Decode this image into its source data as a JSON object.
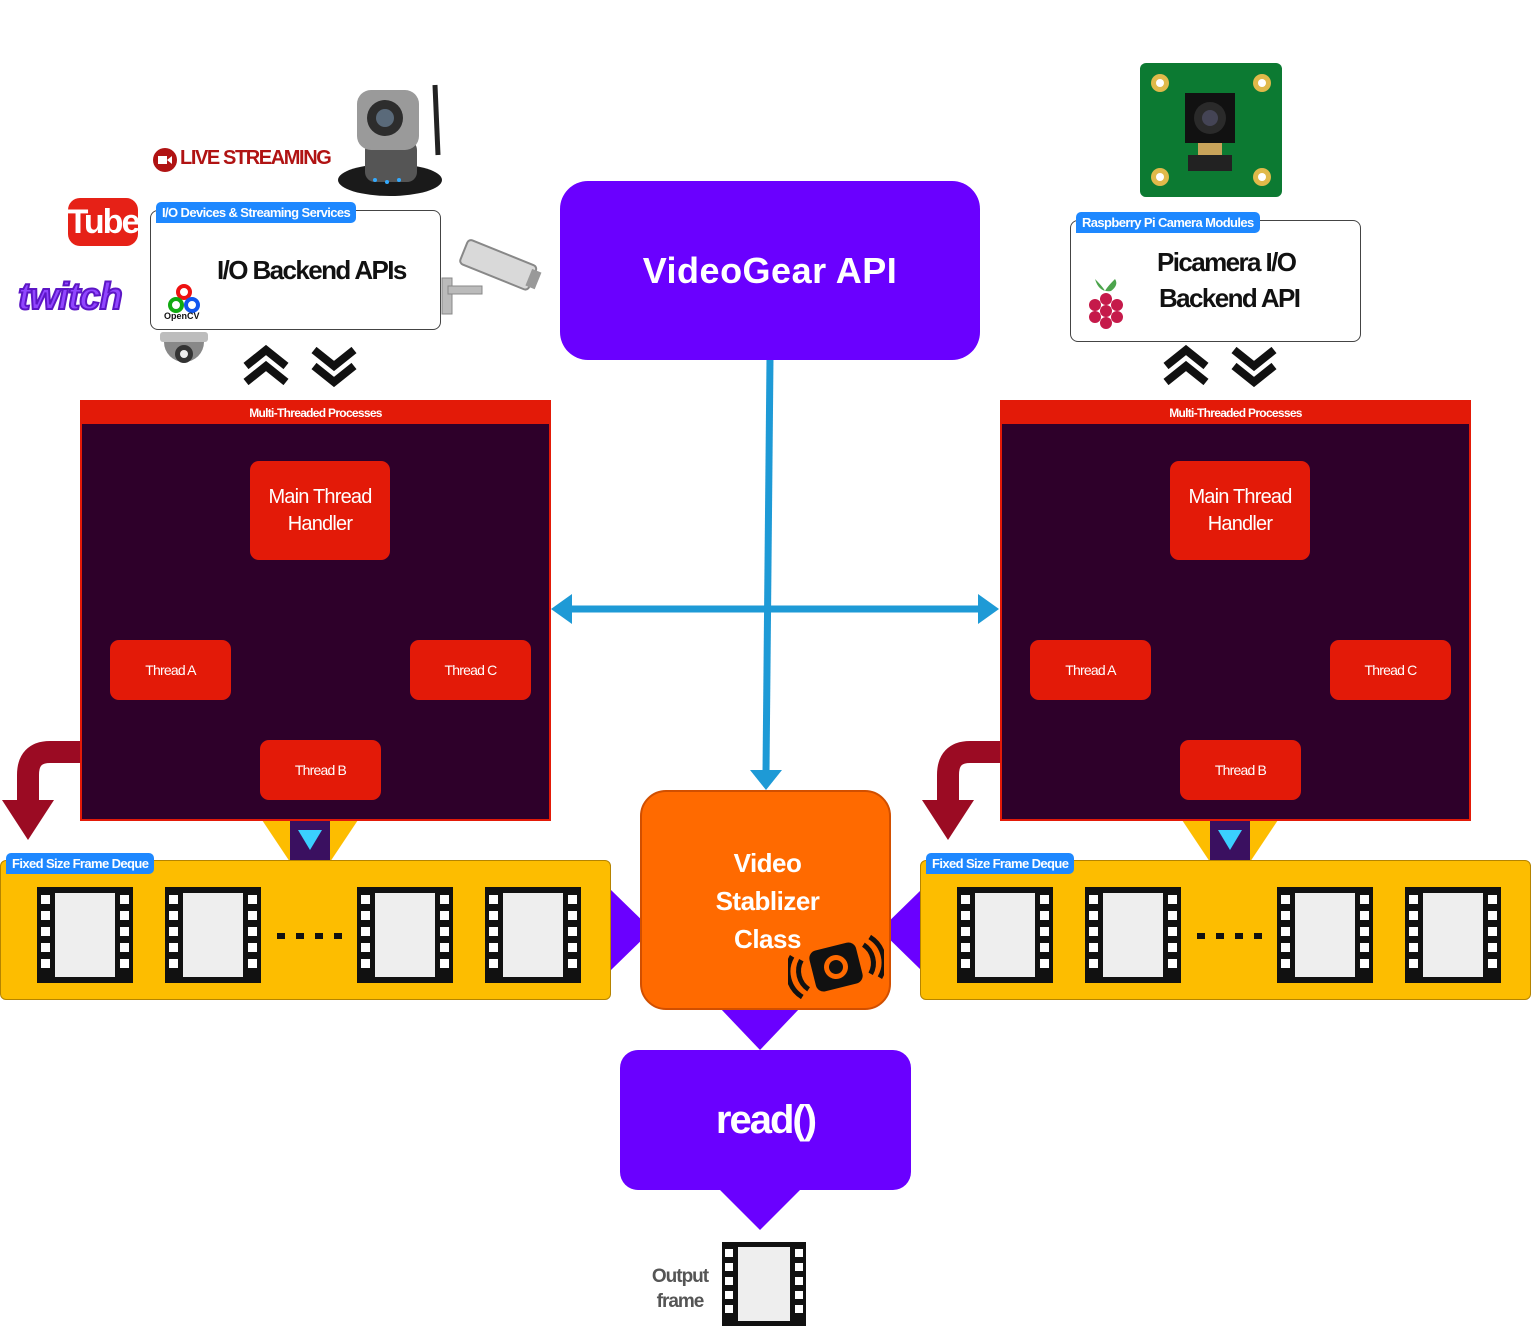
{
  "title": "VideoGear API",
  "stabilizer_label": [
    "Video",
    "Stablizer",
    "Class"
  ],
  "read_label": "read()",
  "output_label": [
    "Output",
    "frame"
  ],
  "live_streaming_label": "LIVE STREAMING",
  "youtube_label": "Tube",
  "twitch_label": "twitch",
  "opencv_label": "OpenCV",
  "left_io": {
    "tag": "I/O Devices & Streaming Services",
    "label": "I/O Backend APIs"
  },
  "right_io": {
    "tag": "Raspberry Pi Camera Modules",
    "label_line1": "Picamera I/O",
    "label_line2": "Backend API"
  },
  "left_mt": {
    "header": "Multi-Threaded Processes",
    "main_thread": [
      "Main Thread",
      "Handler"
    ],
    "thread_a": "Thread A",
    "thread_b": "Thread B",
    "thread_c": "Thread C",
    "deque_tag": "Fixed Size Frame Deque"
  },
  "right_mt": {
    "header": "Multi-Threaded Processes",
    "main_thread": [
      "Main Thread",
      "Handler"
    ],
    "thread_a": "Thread A",
    "thread_b": "Thread B",
    "thread_c": "Thread C",
    "deque_tag": "Fixed Size Frame Deque"
  },
  "colors": {
    "api_purple": "#6a00ff",
    "thread_red": "#e31a08",
    "panel_dark": "#2e002a",
    "deque_yellow": "#fdbd00",
    "stabilizer_orange": "#ff6a00",
    "connector_blue": "#1e9ad6",
    "thread_line_brown": "#c77a06",
    "tag_blue": "#1e88ff"
  },
  "icons": [
    "live-streaming-icon",
    "youtube-logo-icon",
    "twitch-logo-icon",
    "opencv-logo-icon",
    "ip-camera-icon",
    "cctv-camera-icon",
    "dome-camera-icon",
    "raspberry-pi-logo-icon",
    "picamera-module-icon",
    "film-frame-icon",
    "camera-shake-icon",
    "chevron-up-icon",
    "chevron-down-icon"
  ]
}
